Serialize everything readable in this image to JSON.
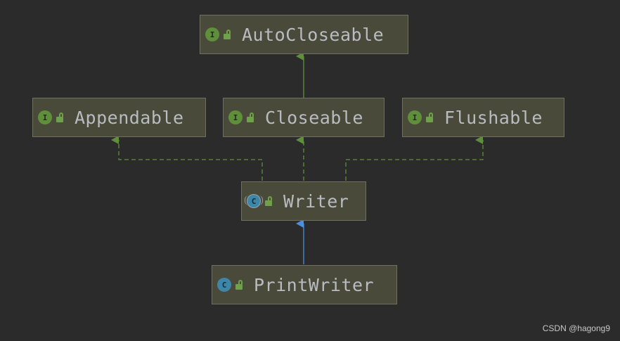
{
  "nodes": {
    "autocloseable": {
      "label": "AutoCloseable",
      "kind": "interface",
      "icon": "I"
    },
    "appendable": {
      "label": "Appendable",
      "kind": "interface",
      "icon": "I"
    },
    "closeable": {
      "label": "Closeable",
      "kind": "interface",
      "icon": "I"
    },
    "flushable": {
      "label": "Flushable",
      "kind": "interface",
      "icon": "I"
    },
    "writer": {
      "label": "Writer",
      "kind": "abstract-class",
      "icon": "C"
    },
    "printwriter": {
      "label": "PrintWriter",
      "kind": "class",
      "icon": "C"
    }
  },
  "edges": [
    {
      "from": "closeable",
      "to": "autocloseable",
      "type": "extends",
      "style": "solid",
      "color": "#5f8f3b"
    },
    {
      "from": "writer",
      "to": "appendable",
      "type": "implements",
      "style": "dashed",
      "color": "#5f8f3b"
    },
    {
      "from": "writer",
      "to": "closeable",
      "type": "implements",
      "style": "dashed",
      "color": "#5f8f3b"
    },
    {
      "from": "writer",
      "to": "flushable",
      "type": "implements",
      "style": "dashed",
      "color": "#5f8f3b"
    },
    {
      "from": "printwriter",
      "to": "writer",
      "type": "extends",
      "style": "solid",
      "color": "#4a8fe0"
    }
  ],
  "colors": {
    "background": "#2b2b2b",
    "node_fill": "#4a4a3b",
    "node_border": "#6f6f62",
    "interface_icon": "#5f8f3b",
    "class_icon": "#3d86a8",
    "implements_edge": "#5f8f3b",
    "class_extends_edge": "#4a8fe0"
  },
  "watermark": "CSDN @hagong9"
}
